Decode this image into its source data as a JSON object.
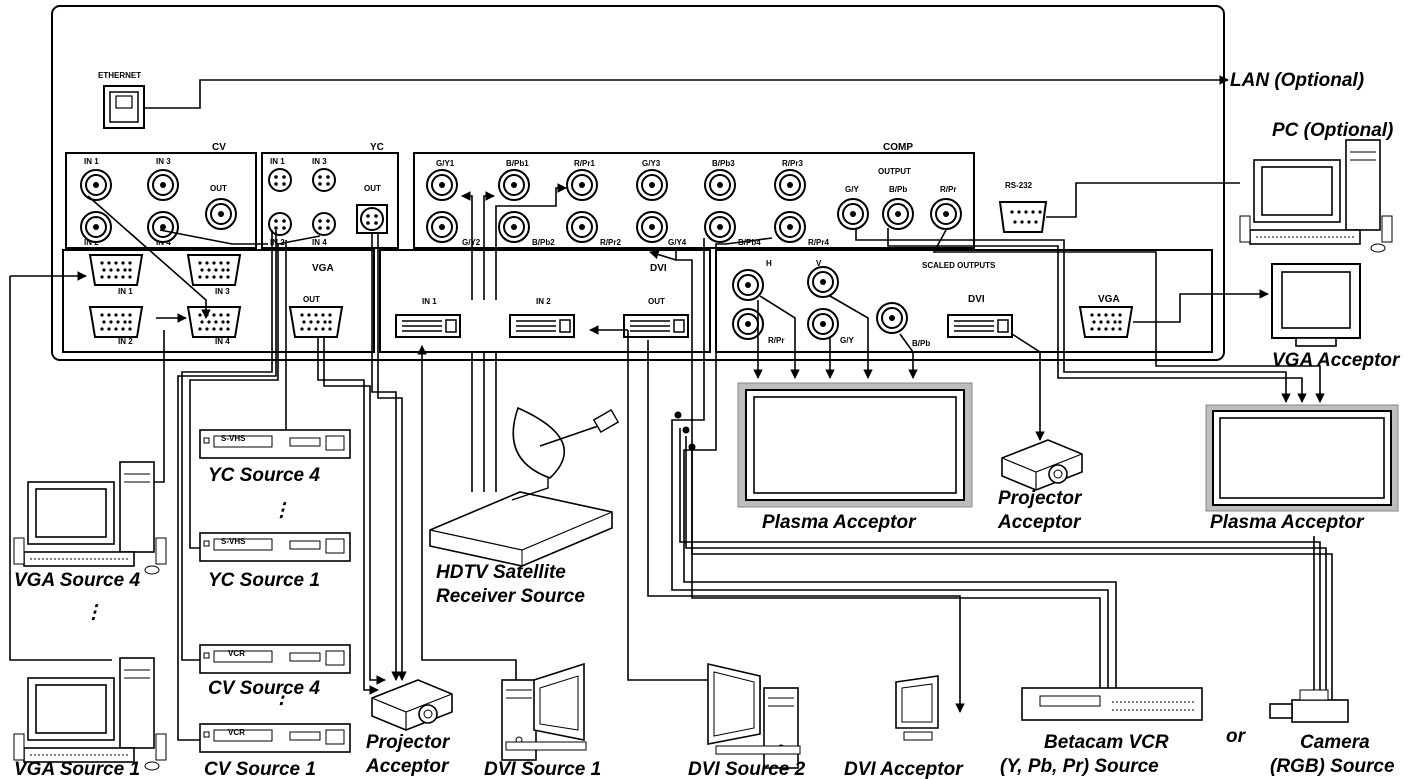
{
  "panel": {
    "ethernet_label": "ETHERNET",
    "cv": {
      "title": "CV",
      "ports": [
        "IN 1",
        "IN 3",
        "IN 2",
        "IN 4",
        "OUT"
      ]
    },
    "yc": {
      "title": "YC",
      "ports": [
        "IN 1",
        "IN 3",
        "IN 2",
        "IN 4",
        "OUT"
      ]
    },
    "comp": {
      "title": "COMP",
      "ports_top": [
        "G/Y1",
        "B/Pb1",
        "R/Pr1",
        "G/Y3",
        "B/Pb3",
        "R/Pr3"
      ],
      "ports_bottom": [
        "G/Y2",
        "B/Pb2",
        "R/Pr2",
        "G/Y4",
        "B/Pb4",
        "R/Pr4"
      ],
      "output_title": "OUTPUT",
      "output_ports": [
        "G/Y",
        "B/Pb",
        "R/Pr"
      ]
    },
    "rs232_label": "RS-232",
    "vga": {
      "title": "VGA",
      "ports": [
        "IN 1",
        "IN 3",
        "IN 2",
        "IN 4",
        "OUT"
      ]
    },
    "dvi": {
      "title": "DVI",
      "ports": [
        "IN 1",
        "IN 2",
        "OUT"
      ]
    },
    "scaled": {
      "title": "SCALED OUTPUTS",
      "ports": [
        "H",
        "V",
        "R/Pr",
        "G/Y",
        "B/Pb"
      ],
      "dvi_label": "DVI",
      "vga_label": "VGA"
    }
  },
  "devices": {
    "lan": "LAN (Optional)",
    "pc": "PC (Optional)",
    "vga_acceptor": "VGA Acceptor",
    "plasma_1": "Plasma Acceptor",
    "projector_2": [
      "Projector",
      "Acceptor"
    ],
    "plasma_2": "Plasma Acceptor",
    "yc_source_4": "YC Source 4",
    "yc_source_1": "YC Source 1",
    "cv_source_4": "CV Source 4",
    "cv_source_1": "CV Source 1",
    "vga_source_4": "VGA Source 4",
    "vga_source_1": "VGA Source 1",
    "projector_1": [
      "Projector",
      "Acceptor"
    ],
    "hdtv": [
      "HDTV Satellite",
      "Receiver Source"
    ],
    "dvi_source_1": "DVI Source 1",
    "dvi_source_2": "DVI Source 2",
    "dvi_acceptor": "DVI Acceptor",
    "betacam": [
      "Betacam VCR",
      "(Y, Pb, Pr) Source"
    ],
    "or_label": "or",
    "camera": [
      "Camera",
      "(RGB) Source"
    ],
    "vcr_svhs_label": "S-VHS",
    "vcr_label": "VCR",
    "ellipsis": "⋮"
  }
}
